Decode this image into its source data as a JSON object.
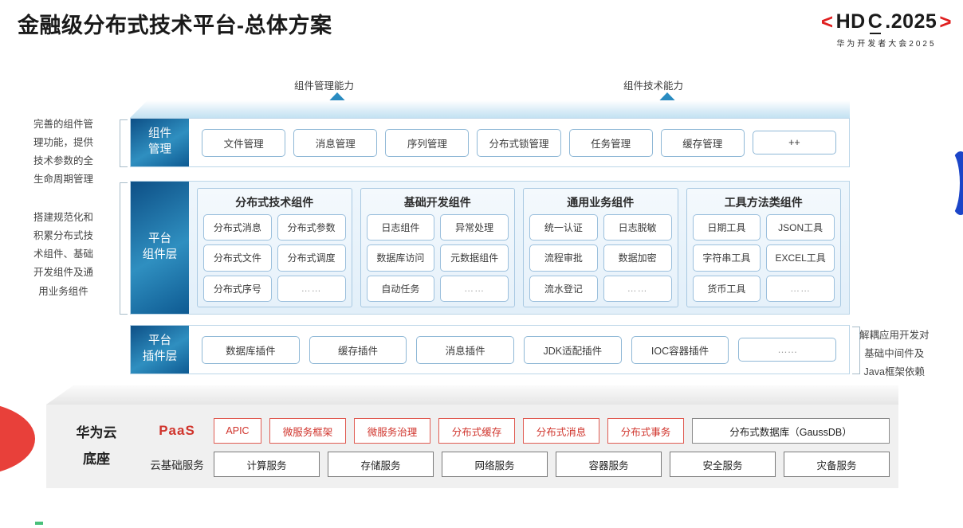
{
  "header": {
    "title": "金融级分布式技术平台-总体方案",
    "logo": {
      "bracket_left": "<",
      "main": "HDC.2025",
      "hdc": "HD",
      "c": "C",
      "year": ".2025",
      "bracket_right": ">",
      "subtitle": "华为开发者大会2025",
      "bracket_color": "#e02020"
    }
  },
  "arrows": {
    "left_label": "组件管理能力",
    "right_label": "组件技术能力"
  },
  "notes": {
    "left_1": [
      "完善的组件管",
      "理功能，提供",
      "技术参数的全",
      "生命周期管理"
    ],
    "left_2": [
      "搭建规范化和",
      "积累分布式技",
      "术组件、基础",
      "开发组件及通",
      "用业务组件"
    ],
    "right_1": [
      "解耦应用开发对",
      "基础中间件及",
      "Java框架依赖"
    ]
  },
  "rows": {
    "component_management": {
      "label": [
        "组件",
        "管理"
      ],
      "items": [
        "文件管理",
        "消息管理",
        "序列管理",
        "分布式锁管理",
        "任务管理",
        "缓存管理",
        "++"
      ]
    },
    "component_layer": {
      "label": [
        "平台",
        "组件层"
      ],
      "groups": [
        {
          "title": "分布式技术组件",
          "cells": [
            "分布式消息",
            "分布式参数",
            "分布式文件",
            "分布式调度",
            "分布式序号",
            "……"
          ]
        },
        {
          "title": "基础开发组件",
          "cells": [
            "日志组件",
            "异常处理",
            "数据库访问",
            "元数据组件",
            "自动任务",
            "……"
          ]
        },
        {
          "title": "通用业务组件",
          "cells": [
            "统一认证",
            "日志脱敏",
            "流程审批",
            "数据加密",
            "流水登记",
            "……"
          ]
        },
        {
          "title": "工具方法类组件",
          "cells": [
            "日期工具",
            "JSON工具",
            "字符串工具",
            "EXCEL工具",
            "货币工具",
            "……"
          ]
        }
      ]
    },
    "plugin_layer": {
      "label": [
        "平台",
        "插件层"
      ],
      "items": [
        "数据库插件",
        "缓存插件",
        "消息插件",
        "JDK适配插件",
        "IOC容器插件",
        "……"
      ]
    }
  },
  "bottom": {
    "base_label": [
      "华为云",
      "底座"
    ],
    "paas": {
      "tag": "PaaS",
      "items": [
        "APIC",
        "微服务框架",
        "微服务治理",
        "分布式缓存",
        "分布式消息",
        "分布式事务"
      ],
      "last_item": "分布式数据库（GaussDB）",
      "accent_color": "#d0342c"
    },
    "cloud_base": {
      "tag": "云基础服务",
      "items": [
        "计算服务",
        "存储服务",
        "网络服务",
        "容器服务",
        "安全服务",
        "灾备服务"
      ]
    }
  },
  "colors": {
    "brand_red": "#e8403a",
    "brand_blue": "#1b45c8",
    "band_blue_dark": "#0d4f86",
    "band_blue_light": "#2f8fc0"
  }
}
